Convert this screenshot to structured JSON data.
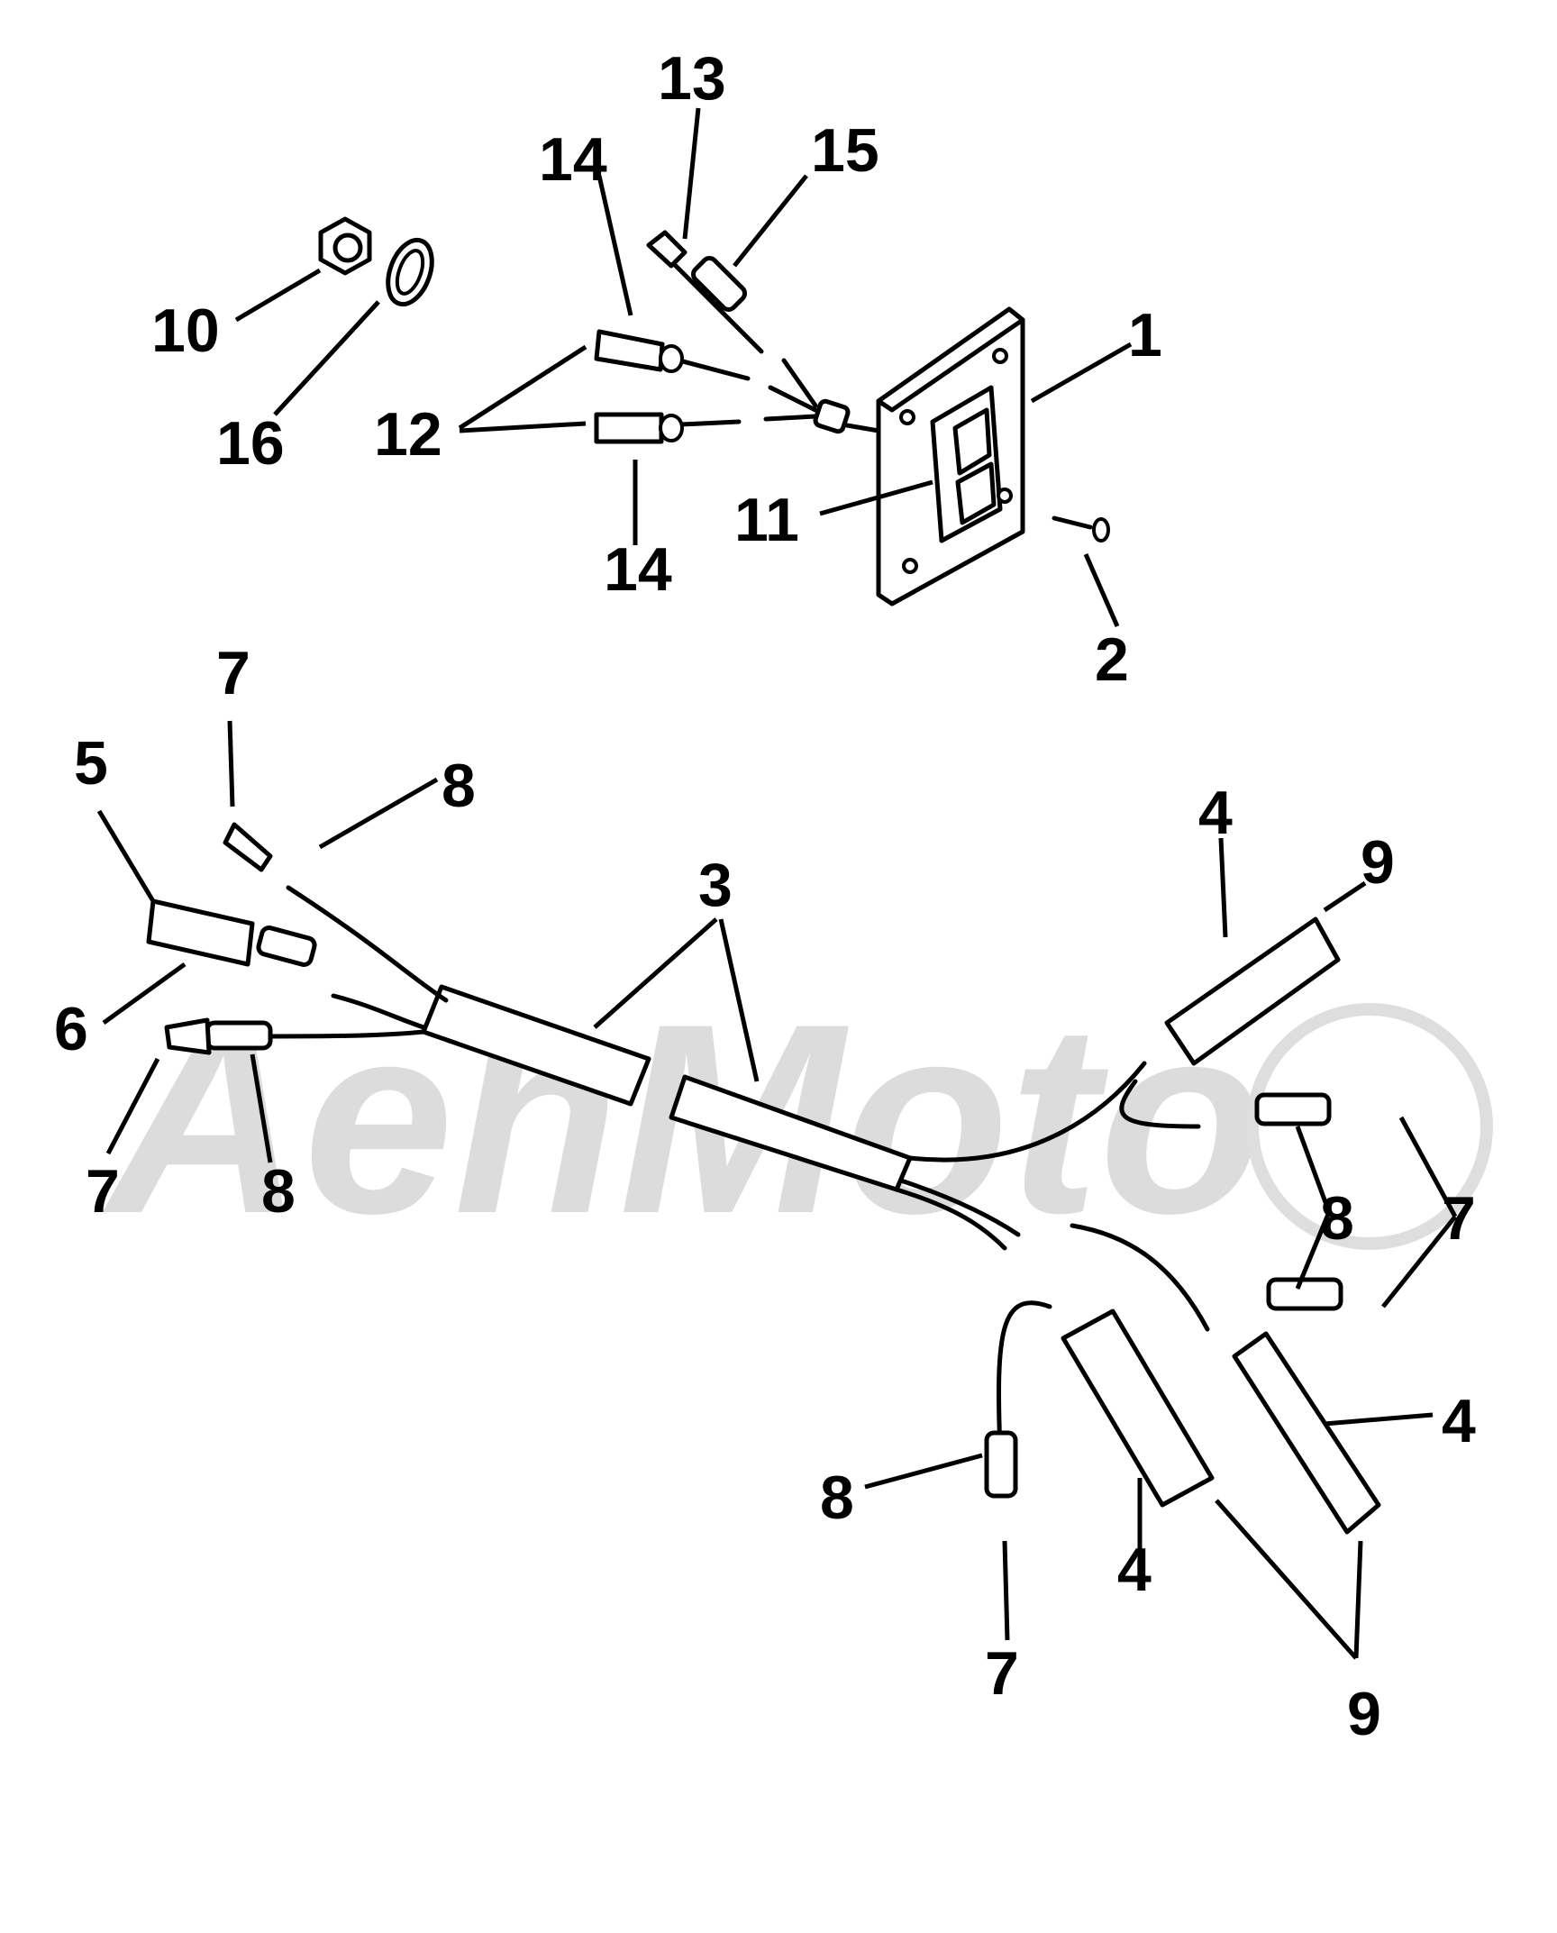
{
  "watermark": "AehMoto",
  "callouts": [
    {
      "id": "c13",
      "text": "13"
    },
    {
      "id": "c15",
      "text": "15"
    },
    {
      "id": "c14a",
      "text": "14"
    },
    {
      "id": "c10",
      "text": "10"
    },
    {
      "id": "c1",
      "text": "1"
    },
    {
      "id": "c12",
      "text": "12"
    },
    {
      "id": "c16",
      "text": "16"
    },
    {
      "id": "c11",
      "text": "11"
    },
    {
      "id": "c14b",
      "text": "14"
    },
    {
      "id": "c2",
      "text": "2"
    },
    {
      "id": "c7a",
      "text": "7"
    },
    {
      "id": "c5",
      "text": "5"
    },
    {
      "id": "c8a",
      "text": "8"
    },
    {
      "id": "c4a",
      "text": "4"
    },
    {
      "id": "c3",
      "text": "3"
    },
    {
      "id": "c9a",
      "text": "9"
    },
    {
      "id": "c6",
      "text": "6"
    },
    {
      "id": "c7b",
      "text": "7"
    },
    {
      "id": "c8b",
      "text": "8"
    },
    {
      "id": "c8c",
      "text": "8"
    },
    {
      "id": "c7c",
      "text": "7"
    },
    {
      "id": "c4b",
      "text": "4"
    },
    {
      "id": "c8d",
      "text": "8"
    },
    {
      "id": "c4c",
      "text": "4"
    },
    {
      "id": "c7d",
      "text": "7"
    },
    {
      "id": "c9b",
      "text": "9"
    }
  ]
}
